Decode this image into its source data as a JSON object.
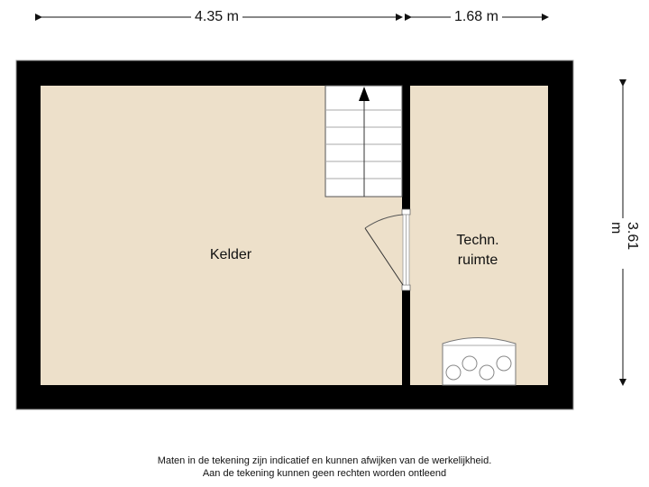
{
  "floorplan": {
    "dimensions": {
      "width_left": "4.35 m",
      "width_right": "1.68 m",
      "height": "3.61 m"
    },
    "rooms": [
      {
        "name": "Kelder"
      },
      {
        "name_line1": "Techn.",
        "name_line2": "ruimte"
      }
    ],
    "colors": {
      "wall": "#000000",
      "floor": "#ede0ca",
      "stairs": "#ffffff"
    }
  },
  "disclaimer": {
    "line1": "Maten in de tekening zijn indicatief en kunnen afwijken van de werkelijkheid.",
    "line2": "Aan de tekening kunnen geen rechten worden ontleend"
  }
}
